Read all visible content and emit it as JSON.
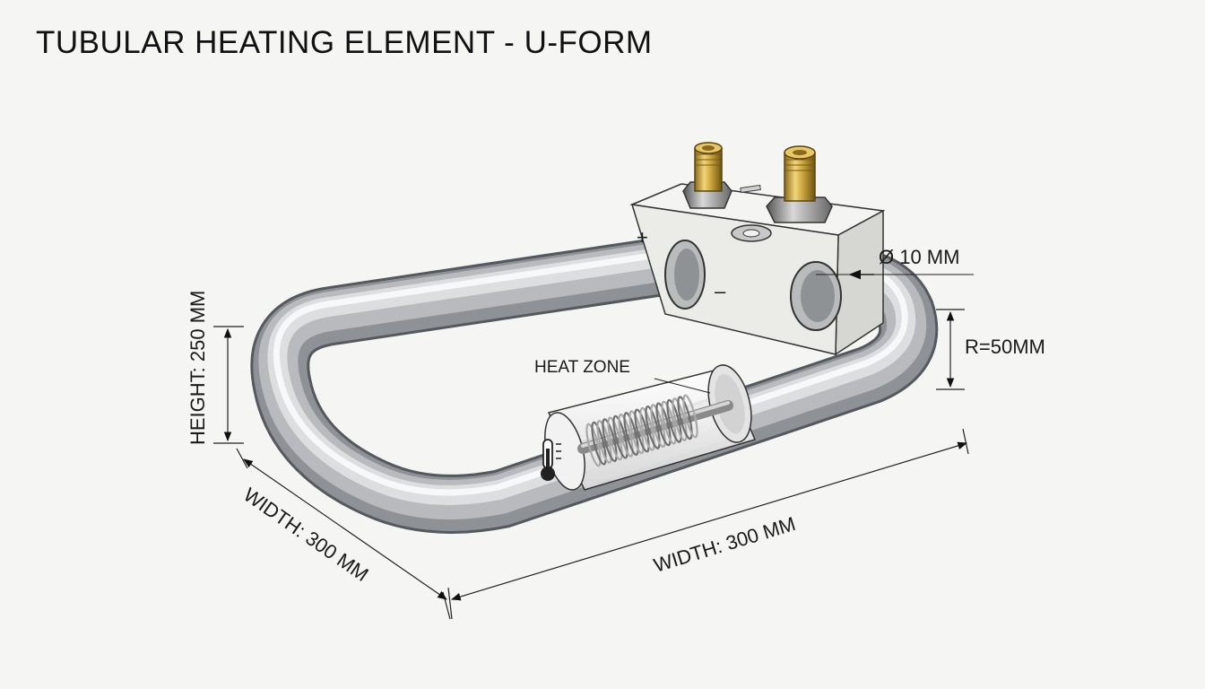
{
  "title": "TUBULAR HEATING ELEMENT - U-FORM",
  "labels": {
    "diameter": "Ø 10 MM",
    "radius": "R=50MM",
    "heat_zone": "HEAT ZONE",
    "height": "HEIGHT: 250 MM",
    "width_left": "WIDTH: 300 MM",
    "width_front": "WIDTH: 300 MM",
    "terminal_positive": "+",
    "terminal_negative": "–"
  },
  "colors": {
    "background": "#f5f5f3",
    "tube_steel": "#a9abad",
    "terminal_brass": "#c9a43b",
    "block": "#ececea"
  },
  "icons": [
    "thermometer-icon",
    "coil-icon",
    "terminal-nut-icon"
  ]
}
